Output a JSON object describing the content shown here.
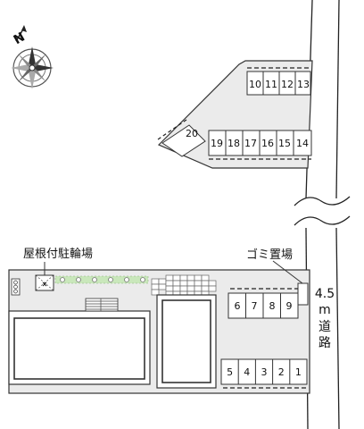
{
  "compass": {
    "north_letter": "N"
  },
  "labels": {
    "bike_parking": "屋根付駐輪場",
    "garbage": "ゴミ置場",
    "road_width": "4.5",
    "road_unit": "m",
    "road_word_1": "道",
    "road_word_2": "路"
  },
  "parking_top_row": [
    "10",
    "11",
    "12",
    "13"
  ],
  "parking_middle_row": [
    "19",
    "18",
    "17",
    "16",
    "15",
    "14"
  ],
  "parking_angled": "20",
  "parking_row_6_9": [
    "6",
    "7",
    "8",
    "9"
  ],
  "parking_row_1_5": [
    "5",
    "4",
    "3",
    "2",
    "1"
  ],
  "colors": {
    "lot": "#ebebeb",
    "building": "#ffffff",
    "line": "#333333",
    "hedge": "#c9e7bb"
  }
}
